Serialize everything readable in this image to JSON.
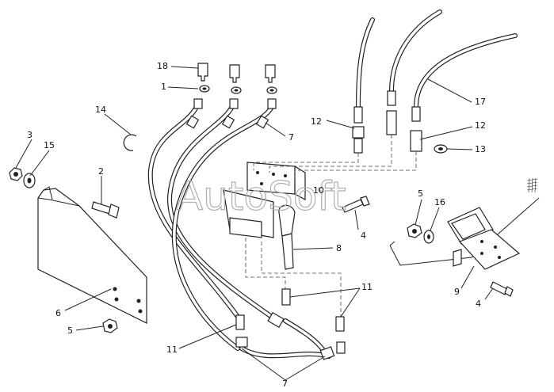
{
  "watermark": "AutoSoft",
  "callouts": [
    {
      "id": "c18",
      "text": "18"
    },
    {
      "id": "c1",
      "text": "1"
    },
    {
      "id": "c14",
      "text": "14"
    },
    {
      "id": "c3",
      "text": "3"
    },
    {
      "id": "c15",
      "text": "15"
    },
    {
      "id": "c2",
      "text": "2"
    },
    {
      "id": "c6",
      "text": "6"
    },
    {
      "id": "c5a",
      "text": "5"
    },
    {
      "id": "c7a",
      "text": "7"
    },
    {
      "id": "c12a",
      "text": "12"
    },
    {
      "id": "c17",
      "text": "17"
    },
    {
      "id": "c12b",
      "text": "12"
    },
    {
      "id": "c13",
      "text": "13"
    },
    {
      "id": "c10",
      "text": "10"
    },
    {
      "id": "c4a",
      "text": "4"
    },
    {
      "id": "c5b",
      "text": "5"
    },
    {
      "id": "c16",
      "text": "16"
    },
    {
      "id": "c8",
      "text": "8"
    },
    {
      "id": "c9",
      "text": "9"
    },
    {
      "id": "c4b",
      "text": "4"
    },
    {
      "id": "c11a",
      "text": "11"
    },
    {
      "id": "c11b",
      "text": "11"
    },
    {
      "id": "c7b",
      "text": "7"
    }
  ],
  "colors": {
    "line": "#222222",
    "background": "#ffffff",
    "watermark": "#b0b0b0"
  }
}
